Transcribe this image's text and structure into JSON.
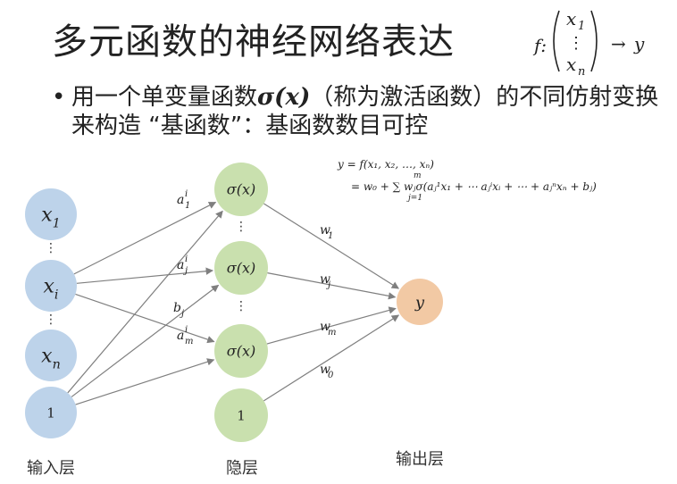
{
  "slide": {
    "title": "多元函数的神经网络表达",
    "mapping": {
      "f": "f:",
      "x1": "x",
      "x1_sub": "1",
      "vdots": "⋮",
      "xn": "x",
      "xn_sub": "n",
      "arrow": "→",
      "y": "y"
    },
    "bullet": {
      "prefix": "用一个单变量函数",
      "sigma": "σ(x)",
      "suffix": "（称为激活函数）的不同仿射变换来构造 “基函数”：基函数数目可控"
    },
    "formula": {
      "line1": "y = f(x₁, x₂, …, xₙ)",
      "line2": "= w₀ + ∑ wⱼσ(aⱼ¹x₁ + ⋯ aⱼⁱxᵢ + ⋯ + aⱼⁿxₙ + bⱼ)",
      "sum_top": "m",
      "sum_bottom": "j=1"
    }
  },
  "network": {
    "colors": {
      "input": "#bdd3ea",
      "hidden": "#c9e0ae",
      "output": "#f2c9a4",
      "edge": "#7f7f7f"
    },
    "inputs": [
      {
        "label": "x",
        "sub": "1"
      },
      {
        "label": "x",
        "sub": "i"
      },
      {
        "label": "x",
        "sub": "n"
      },
      {
        "label": "1",
        "sub": ""
      }
    ],
    "input_dots": [
      "⋮",
      "⋮"
    ],
    "hidden": [
      {
        "label": "σ(x)"
      },
      {
        "label": "σ(x)"
      },
      {
        "label": "σ(x)"
      },
      {
        "label": "1"
      }
    ],
    "hidden_dots": [
      "⋮",
      "⋮"
    ],
    "output": {
      "label": "y"
    },
    "input_edge_labels": [
      {
        "base": "a",
        "sup": "i",
        "sub": "1"
      },
      {
        "base": "a",
        "sup": "i",
        "sub": "j"
      },
      {
        "base": "b",
        "sup": "",
        "sub": "j"
      },
      {
        "base": "a",
        "sup": "i",
        "sub": "m"
      }
    ],
    "output_edge_labels": [
      {
        "base": "w",
        "sub": "1"
      },
      {
        "base": "w",
        "sub": "j"
      },
      {
        "base": "w",
        "sub": "m"
      },
      {
        "base": "w",
        "sub": "0"
      }
    ],
    "layer_labels": {
      "input": "输入层",
      "hidden": "隐层",
      "output": "输出层"
    }
  }
}
